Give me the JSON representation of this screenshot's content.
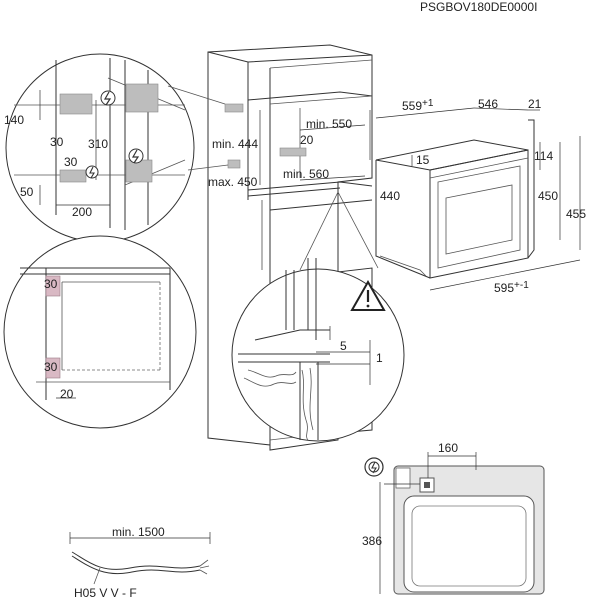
{
  "model_code": "PSGBOV180DE0000I",
  "icons": [
    "power-plug-icon",
    "warning-triangle-icon"
  ],
  "niche": {
    "top_width": "min. 550",
    "top_gap": "20",
    "top_height": "min. 444",
    "bottom_width": "min. 560",
    "bottom_height": "max. 450"
  },
  "detail_connection": {
    "d140": "140",
    "d30a": "30",
    "d310": "310",
    "d30b": "30",
    "d50": "50",
    "d200": "200"
  },
  "appliance": {
    "depth": "559",
    "depth_tol": "+1",
    "front_depth": "546",
    "panel": "21",
    "d15": "15",
    "height_body": "440",
    "d114": "114",
    "d450": "450",
    "d455": "455",
    "width": "595",
    "width_tol": "+-1"
  },
  "detail_side": {
    "top": "30",
    "bottom": "30",
    "foot": "20"
  },
  "detail_gap": {
    "d5": "5",
    "d1": "1"
  },
  "rear": {
    "d160": "160",
    "d386": "386"
  },
  "cable": {
    "length": "min. 1500",
    "type": "H05 V V - F"
  }
}
